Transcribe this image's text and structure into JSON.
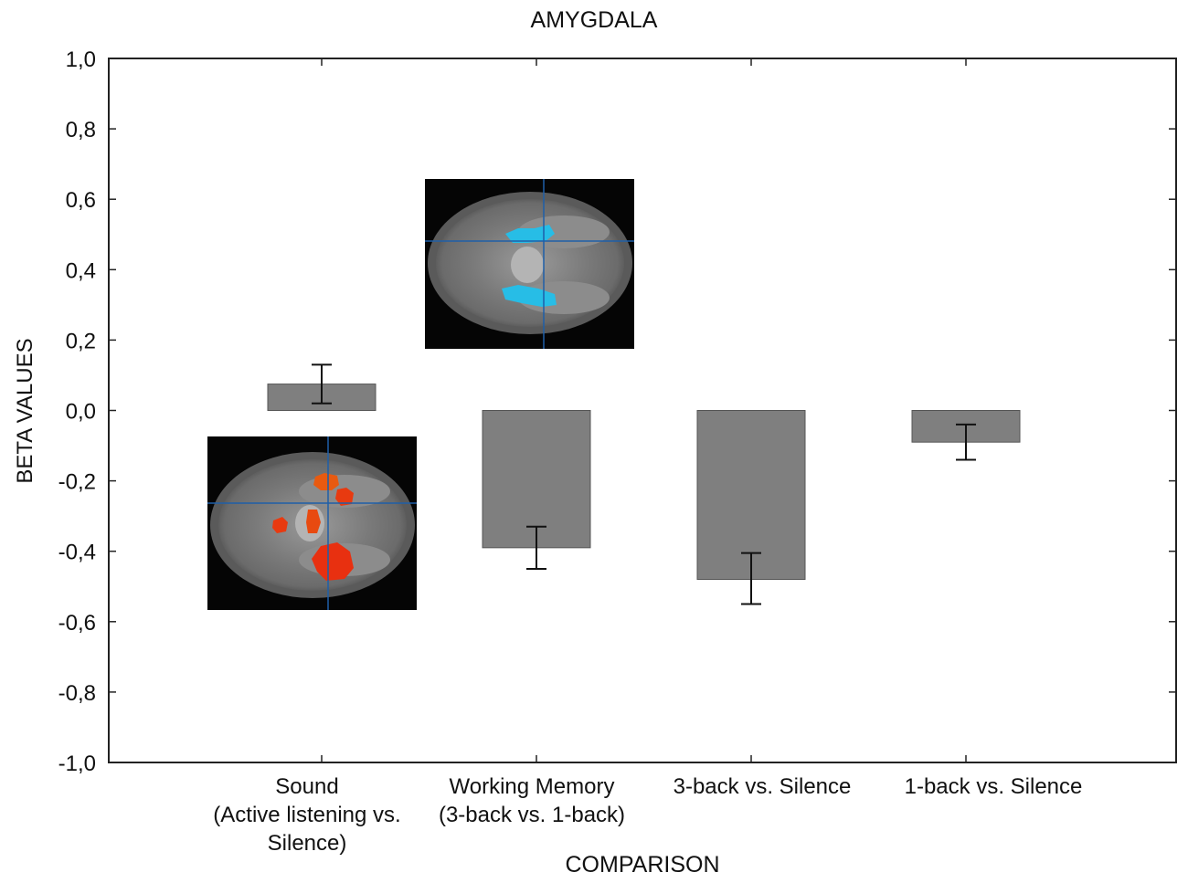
{
  "chart_data": {
    "type": "bar",
    "title": "AMYGDALA",
    "xlabel": "COMPARISON",
    "ylabel": "BETA VALUES",
    "ylim": [
      -1.0,
      1.0
    ],
    "yticks": [
      {
        "value": 1.0,
        "label": "1,0"
      },
      {
        "value": 0.8,
        "label": "0,8"
      },
      {
        "value": 0.6,
        "label": "0,6"
      },
      {
        "value": 0.4,
        "label": "0,4"
      },
      {
        "value": 0.2,
        "label": "0,2"
      },
      {
        "value": 0.0,
        "label": "0,0"
      },
      {
        "value": -0.2,
        "label": "-0,2"
      },
      {
        "value": -0.4,
        "label": "-0,4"
      },
      {
        "value": -0.6,
        "label": "-0,6"
      },
      {
        "value": -0.8,
        "label": "-0,8"
      },
      {
        "value": -1.0,
        "label": "-1,0"
      }
    ],
    "categories": [
      {
        "lines": [
          "Sound",
          "(Active listening vs.",
          "Silence)"
        ]
      },
      {
        "lines": [
          "Working Memory",
          "(3-back vs. 1-back)"
        ]
      },
      {
        "lines": [
          "3-back vs. Silence"
        ]
      },
      {
        "lines": [
          "1-back vs. Silence"
        ]
      }
    ],
    "values": [
      0.075,
      -0.39,
      -0.48,
      -0.09
    ],
    "error_low": [
      0.02,
      -0.45,
      -0.55,
      -0.14
    ],
    "error_high": [
      0.13,
      -0.33,
      -0.405,
      -0.04
    ],
    "bar_color": "#7f7f7f",
    "grid": false,
    "insets": [
      {
        "name": "brain-scan-red",
        "near_category": 0,
        "activation_color": "#e83a10"
      },
      {
        "name": "brain-scan-blue",
        "near_category": 1,
        "activation_color": "#27bde6"
      }
    ],
    "crosshair_color": "#1f5fa8"
  }
}
